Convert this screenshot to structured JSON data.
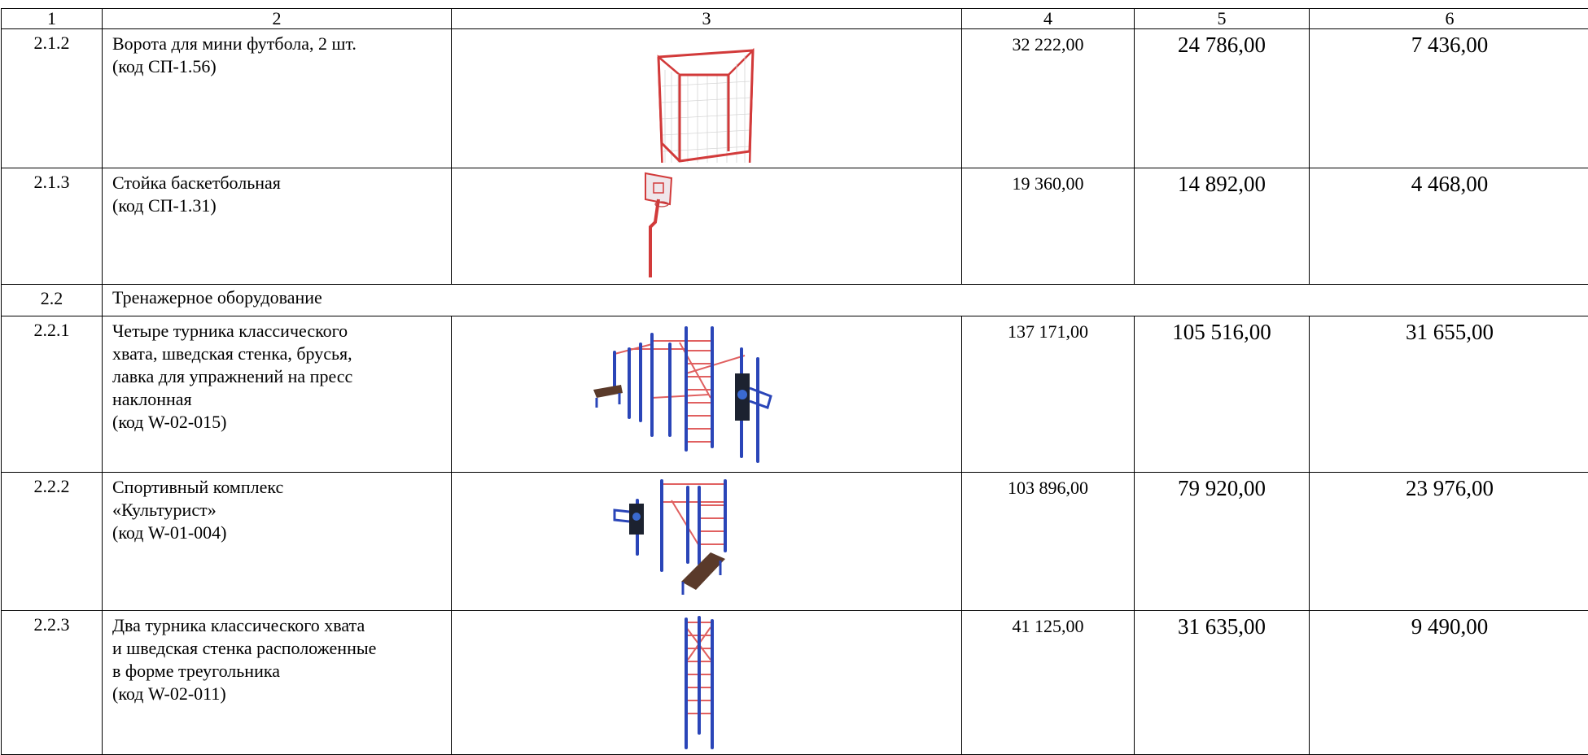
{
  "header": [
    "1",
    "2",
    "3",
    "4",
    "5",
    "6"
  ],
  "rows": [
    {
      "num": "2.1.2",
      "lines": [
        "Ворота для мини футбола, 2 шт.",
        "(код СП-1.56)"
      ],
      "icon": "mini-football-goal-icon",
      "c4": "32 222,00",
      "c5": "24 786,00",
      "c6": "7 436,00"
    },
    {
      "num": "2.1.3",
      "lines": [
        "Стойка баскетбольная",
        "(код СП-1.31)"
      ],
      "icon": "basketball-stand-icon",
      "c4": "19 360,00",
      "c5": "14 892,00",
      "c6": "4 468,00"
    },
    {
      "num": "2.2",
      "lines": [
        "Тренажерное оборудование"
      ],
      "section": true
    },
    {
      "num": "2.2.1",
      "lines": [
        "Четыре турника классического",
        "хвата, шведская стенка, брусья,",
        "лавка для упражнений на пресс",
        "наклонная",
        "(код W-02-015)"
      ],
      "icon": "workout-complex-w02015-icon",
      "c4": "137 171,00",
      "c5": "105 516,00",
      "c6": "31 655,00"
    },
    {
      "num": "2.2.2",
      "lines": [
        "Спортивный комплекс",
        "«Культурист»",
        "(код W-01-004)"
      ],
      "icon": "sports-complex-culturist-icon",
      "c4": "103 896,00",
      "c5": "79 920,00",
      "c6": "23 976,00"
    },
    {
      "num": "2.2.3",
      "lines": [
        "Два турника классического хвата",
        "и шведская стенка расположенные",
        "в форме треугольника",
        "(код W-02-011)"
      ],
      "icon": "triangle-bars-ladder-icon",
      "c4": "41 125,00",
      "c5": "31 635,00",
      "c6": "9 490,00"
    }
  ]
}
